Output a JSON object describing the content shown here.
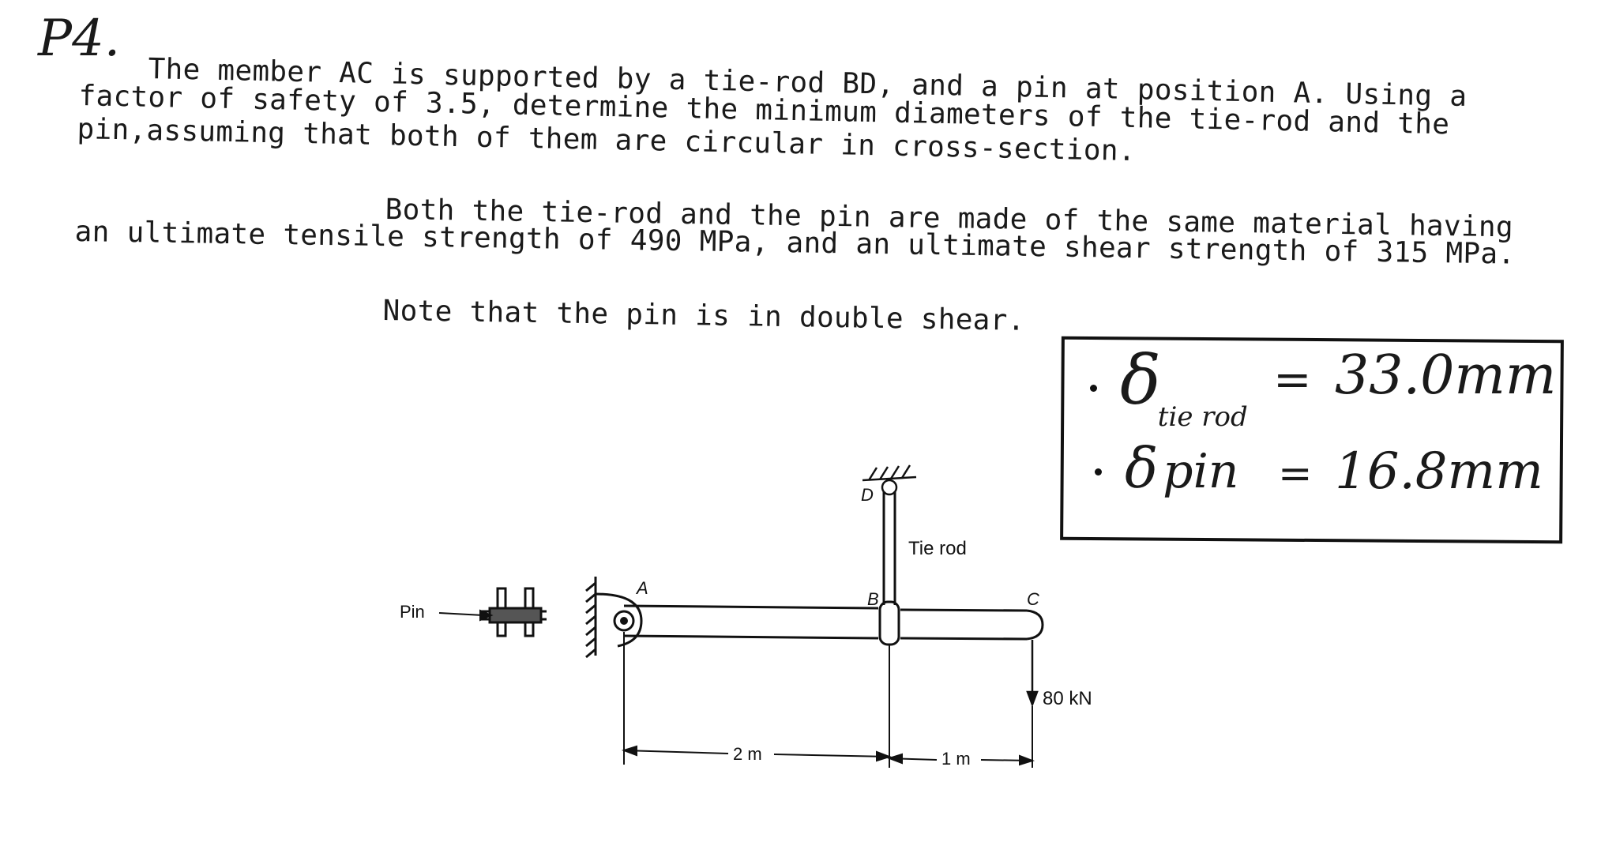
{
  "problem": {
    "number_mark": "P4.",
    "paragraph1": {
      "line1": "The member AC is supported by a tie-rod BD, and a pin at position A. Using a",
      "line2": "factor of safety of 3.5, determine the minimum diameters of the tie-rod and the",
      "line3": "pin,assuming that both of them are circular in cross-section."
    },
    "paragraph2": {
      "line1": "Both the tie-rod and the pin are made of the same material having",
      "line2": "an ultimate tensile strength of 490 MPa, and an ultimate shear strength of 315 MPa."
    },
    "note": "Note that the pin is in double shear."
  },
  "answers": {
    "tie_rod": {
      "symbol": "δ",
      "subscript": "tie rod",
      "equals": "=",
      "value": "33.0mm"
    },
    "pin": {
      "symbol": "δ",
      "subscript": "pin",
      "equals": "=",
      "value": "16.8mm"
    }
  },
  "diagram": {
    "label_pin": "Pin",
    "label_A": "A",
    "label_B": "B",
    "label_C": "C",
    "label_D": "D",
    "label_tie_rod": "Tie rod",
    "label_load": "80 kN",
    "dim_AB": "2 m",
    "dim_BC": "1 m"
  }
}
